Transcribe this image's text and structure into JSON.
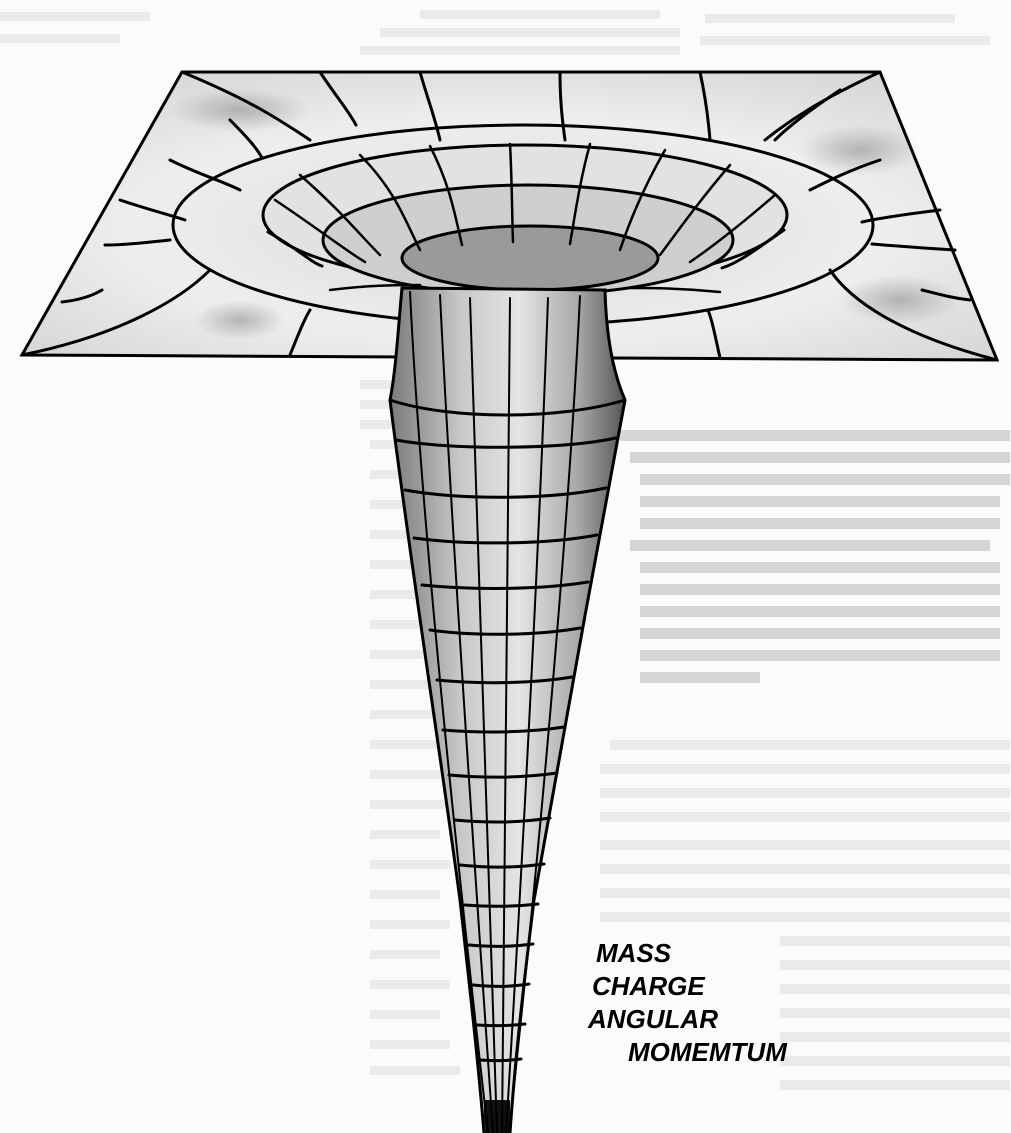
{
  "diagram": {
    "labels": {
      "line1": "MASS",
      "line2": "CHARGE",
      "line3": "ANGULAR",
      "line4": "MOMEMTUM"
    }
  },
  "colors": {
    "ink": "#000000",
    "paper": "#fbfbfb"
  }
}
